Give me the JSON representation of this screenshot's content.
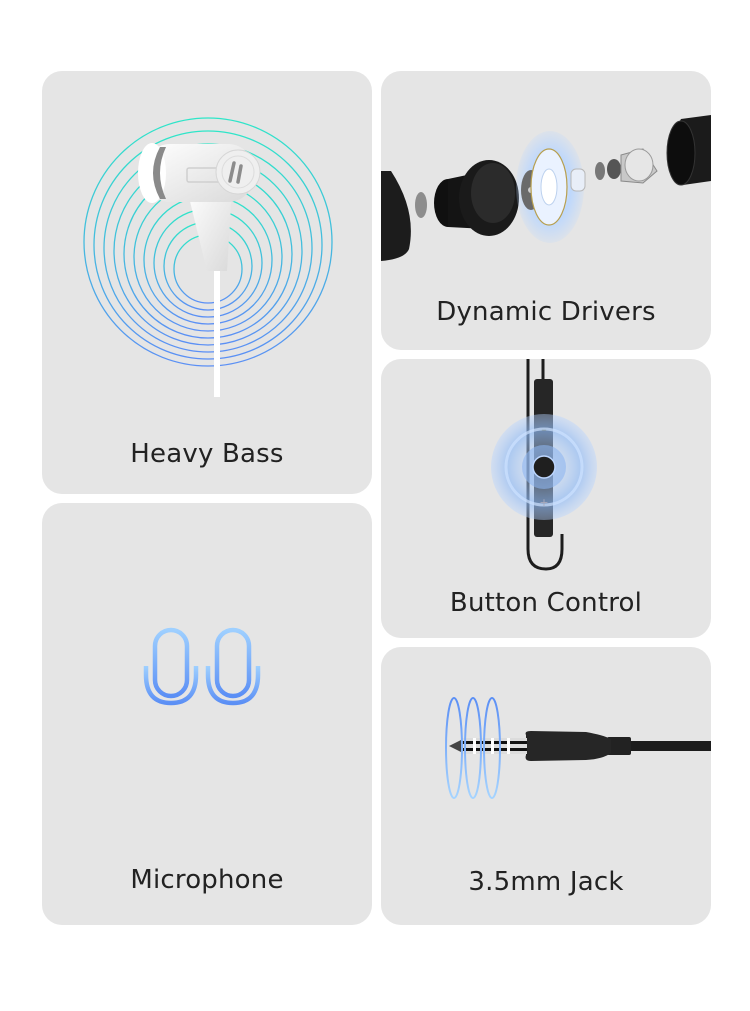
{
  "features": [
    {
      "id": "heavy-bass",
      "label": "Heavy Bass",
      "icon": "earbud-soundwave-icon"
    },
    {
      "id": "dynamic-drivers",
      "label": "Dynamic Drivers",
      "icon": "exploded-driver-icon"
    },
    {
      "id": "button-control",
      "label": "Button Control",
      "icon": "inline-remote-icon"
    },
    {
      "id": "microphone",
      "label": "Microphone",
      "icon": "dual-microphone-icon"
    },
    {
      "id": "jack",
      "label": "3.5mm Jack",
      "icon": "audio-jack-icon"
    }
  ],
  "colors": {
    "card_bg": "#e5e5e5",
    "text": "#222222",
    "accent_teal": "#2ee6c8",
    "accent_blue": "#5b8ff5",
    "accent_lightblue": "#9fd0ff"
  }
}
